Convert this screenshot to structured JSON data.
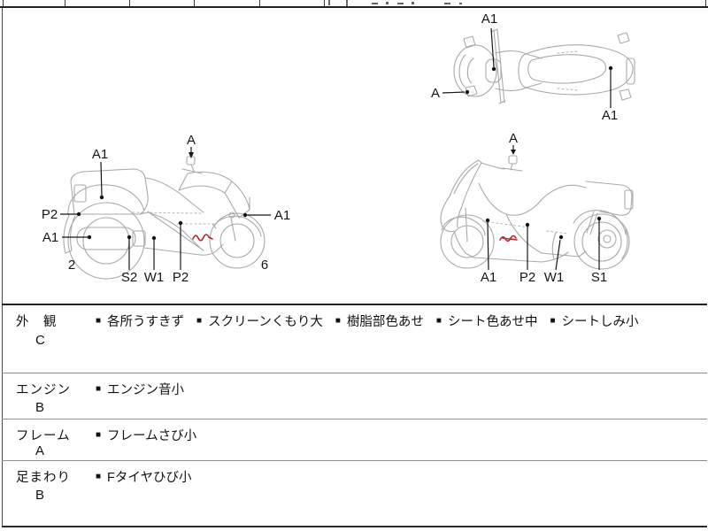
{
  "inspection": {
    "bullet": "■",
    "rows": [
      {
        "category": "外　観",
        "grade": "C",
        "items": [
          "各所うすきず",
          "スクリーンくもり大",
          "樹脂部色あせ",
          "シート色あせ中",
          "シートしみ小"
        ]
      },
      {
        "category": "エンジン",
        "grade": "B",
        "items": [
          "エンジン音小"
        ]
      },
      {
        "category": "フレーム",
        "grade": "A",
        "items": [
          "フレームさび小"
        ]
      },
      {
        "category": "足まわり",
        "grade": "B",
        "items": [
          "Fタイヤひび小"
        ]
      }
    ]
  },
  "diagrams": {
    "top_view": {
      "label_steering": "A1",
      "label_front_left": "A",
      "label_rear_seat": "A1"
    },
    "side_left": {
      "label_mirror": "A",
      "label_rear_cowl": "A1",
      "label_rear_fender": "P2",
      "label_muffler": "A1",
      "label_front_fender": "A1",
      "rear_tire_value": "2",
      "front_tire_value": "6",
      "label_under_s2": "S2",
      "label_under_w1": "W1",
      "label_floor_p2": "P2"
    },
    "side_right": {
      "label_mirror": "A",
      "label_front_lower": "A1",
      "label_floor_p2": "P2",
      "label_under_w1": "W1",
      "label_rear_shock": "S1"
    }
  },
  "colors": {
    "damage_mark": "#bb2430",
    "line_art": "#a9a9a9",
    "ink": "#161616"
  }
}
